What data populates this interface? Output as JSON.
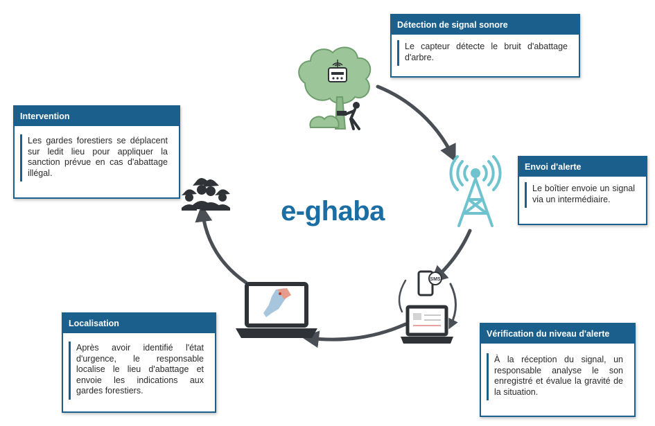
{
  "brand": {
    "title": "e-ghaba",
    "color": "#1a6ea3"
  },
  "colors": {
    "card_header": "#1b5f8c",
    "arrow": "#4a4f55",
    "tree": "#8cb88a",
    "antenna": "#6ec3cf",
    "device": "#2f3337"
  },
  "steps": [
    {
      "title": "Détection de signal sonore",
      "text": "Le capteur détecte le bruit d'abattage d'arbre.",
      "icon": "tree-sensor-lumberjack-icon"
    },
    {
      "title": "Envoi d'alerte",
      "text": "Le boîtier envoie un signal via un intermédiaire.",
      "icon": "antenna-tower-icon"
    },
    {
      "title": "Vérification du niveau d'alerte",
      "text": "À la réception du signal, un responsable analyse le son enregistré et évalue la gravité de la situation.",
      "icon": "laptop-phone-sms-icon",
      "badge": "SMS"
    },
    {
      "title": "Localisation",
      "text": "Après avoir identifié l'état d'urgence, le responsable localise le lieu d'abattage et envoie les indications aux gardes forestiers.",
      "icon": "laptop-map-icon"
    },
    {
      "title": "Intervention",
      "text": "Les gardes forestiers se déplacent sur ledit lieu pour appliquer la sanction prévue en cas d'abattage illégal.",
      "icon": "forest-guards-icon"
    }
  ]
}
